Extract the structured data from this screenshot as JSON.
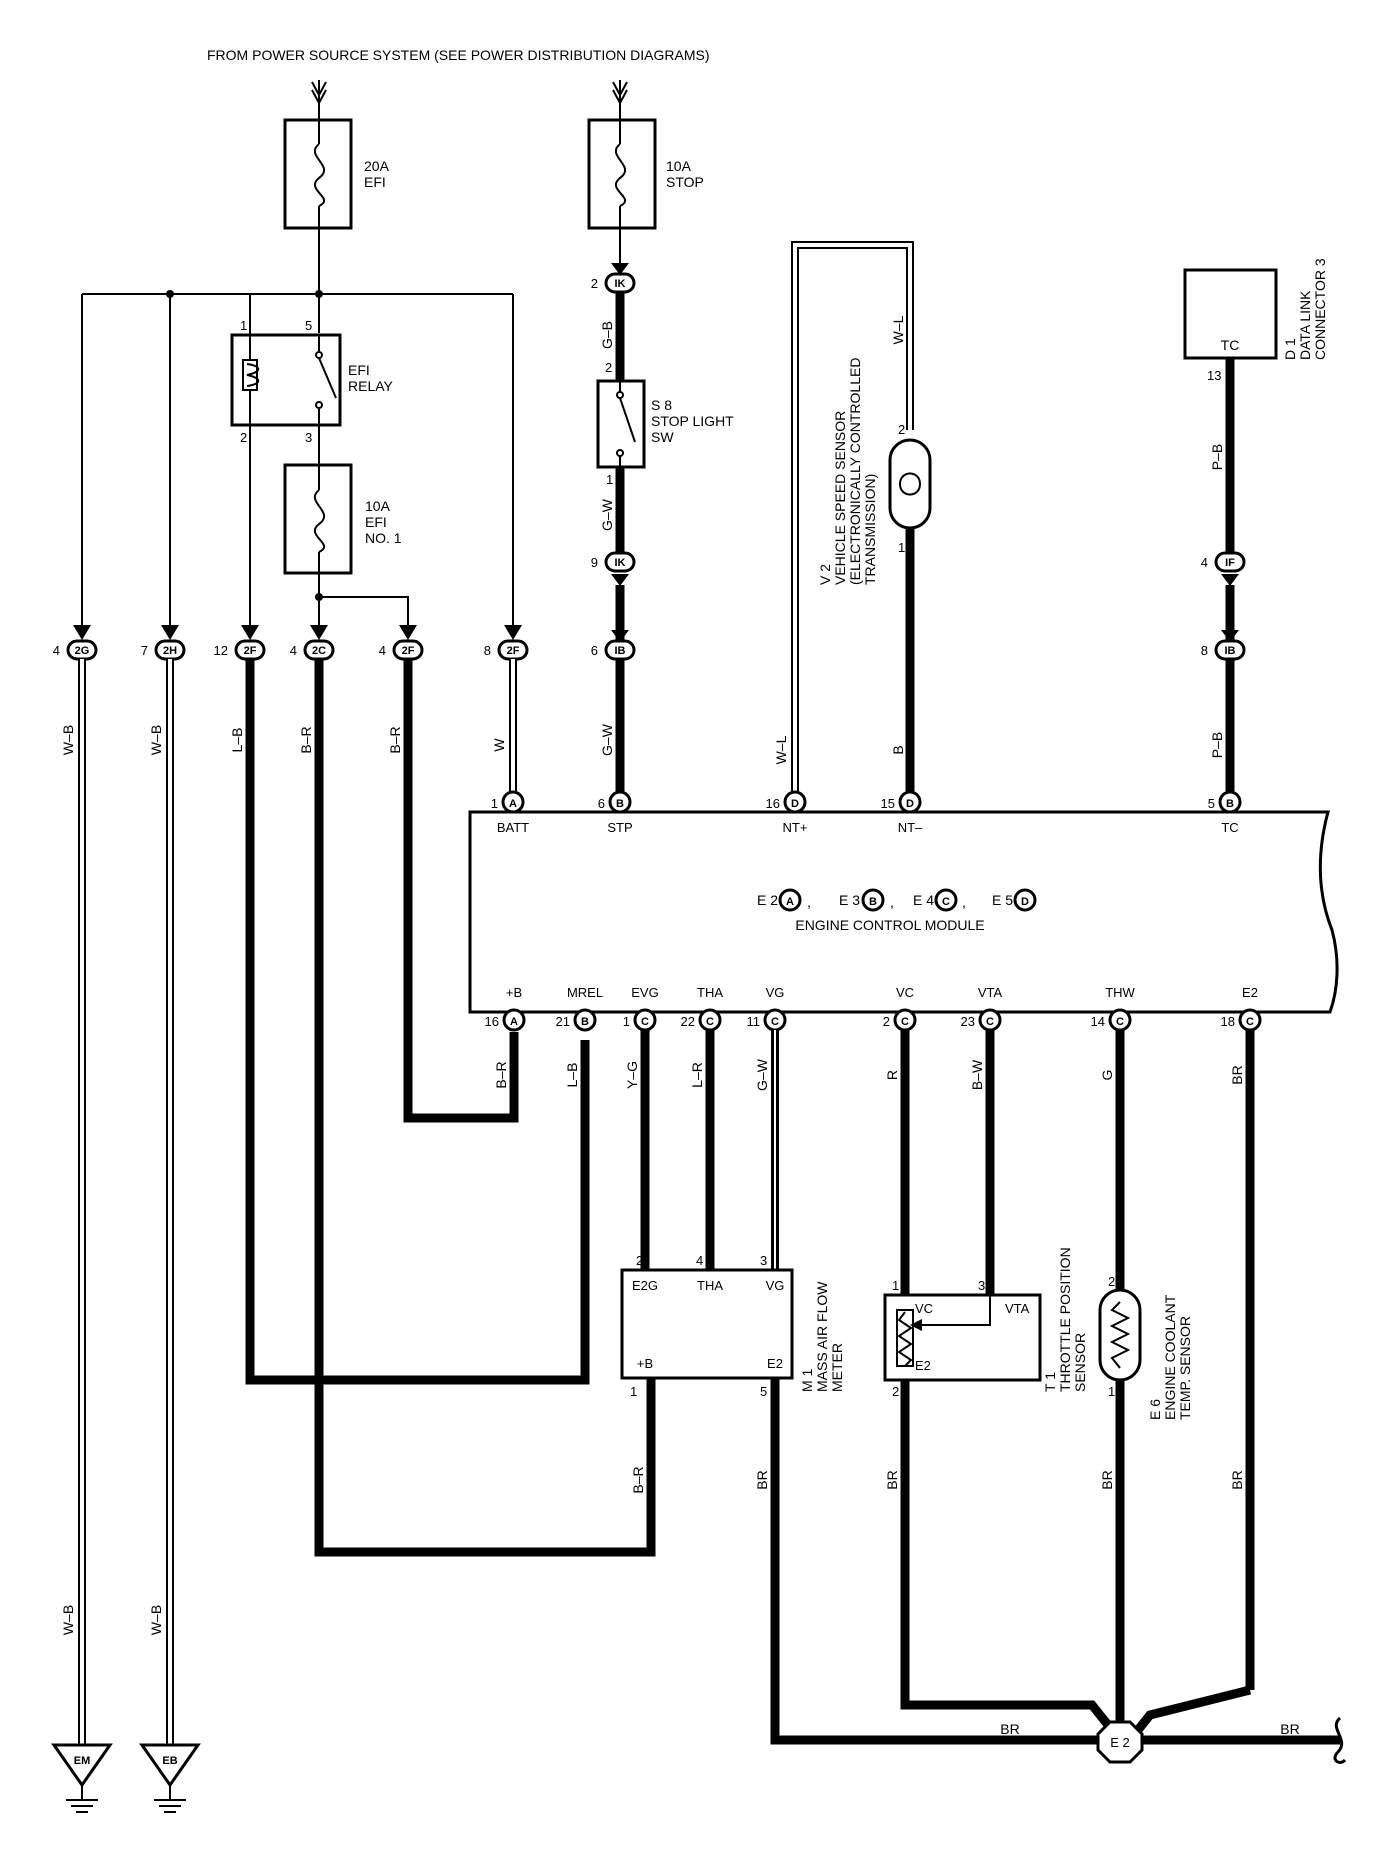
{
  "header": "FROM POWER SOURCE SYSTEM (SEE POWER DISTRIBUTION DIAGRAMS)",
  "fuses": {
    "efi_20a": [
      "20A",
      "EFI"
    ],
    "stop_10a": [
      "10A",
      "STOP"
    ],
    "efi_no1_10a": [
      "10A",
      "EFI",
      "NO. 1"
    ]
  },
  "relay": {
    "name": [
      "EFI",
      "RELAY"
    ],
    "pins": [
      "1",
      "5",
      "2",
      "3"
    ]
  },
  "stop_light_switch": {
    "id": "S 8",
    "name": [
      "STOP LIGHT",
      "SW"
    ],
    "pins": [
      "2",
      "1"
    ]
  },
  "vehicle_speed_sensor": {
    "id": "V 2",
    "name": [
      "VEHICLE SPEED SENSOR",
      "(ELECTRONICALLY CONTROLLED",
      "TRANSMISSION)"
    ],
    "pins": [
      "2",
      "1"
    ]
  },
  "data_link_connector": {
    "id": "D 1",
    "name": [
      "DATA LINK",
      "CONNECTOR 3"
    ],
    "terminal": "TC",
    "pin": "13"
  },
  "connectors": {
    "c_2g": {
      "pin": "4",
      "id": "2G"
    },
    "c_2h": {
      "pin": "7",
      "id": "2H"
    },
    "c_2f_12": {
      "pin": "12",
      "id": "2F"
    },
    "c_2c": {
      "pin": "4",
      "id": "2C"
    },
    "c_2f_4": {
      "pin": "4",
      "id": "2F"
    },
    "c_2f_8": {
      "pin": "8",
      "id": "2F"
    },
    "c_ik_2": {
      "pin": "2",
      "id": "IK"
    },
    "c_ik_9": {
      "pin": "9",
      "id": "IK"
    },
    "c_ib_6": {
      "pin": "6",
      "id": "IB"
    },
    "c_if_4": {
      "pin": "4",
      "id": "IF"
    },
    "c_ib_8": {
      "pin": "8",
      "id": "IB"
    }
  },
  "wire_colors": {
    "w_b_1": "W–B",
    "w_b_2": "W–B",
    "l_b_top": "L–B",
    "b_r_2c": "B–R",
    "b_r_2f": "B–R",
    "w": "W",
    "g_b": "G–B",
    "g_w_sw": "G–W",
    "g_w_ecm": "G–W",
    "w_l_left": "W–L",
    "w_l_right": "W–L",
    "b_vss": "B",
    "p_b_top": "P–B",
    "p_b_ecm": "P–B",
    "b_r_b": "B–R",
    "l_b_mrel": "L–B",
    "y_g": "Y–G",
    "l_r": "L–R",
    "g_w_vg": "G–W",
    "r_vc": "R",
    "b_w": "B–W",
    "g_thw": "G",
    "br_e2": "BR",
    "b_r_maf": "B–R",
    "br_maf": "BR",
    "br_tps": "BR",
    "br_ect": "BR",
    "br_e2b": "BR",
    "w_b_3": "W–B",
    "w_b_4": "W–B",
    "br_gnd_left": "BR",
    "br_gnd_right": "BR"
  },
  "ecm": {
    "name": "ENGINE CONTROL MODULE",
    "grounds": [
      {
        "label": "E 2",
        "conn": "A"
      },
      {
        "label": "E 3",
        "conn": "B"
      },
      {
        "label": "E 4",
        "conn": "C"
      },
      {
        "label": "E 5",
        "conn": "D"
      }
    ],
    "top_terminals": [
      {
        "pin": "1",
        "conn": "A",
        "name": "BATT"
      },
      {
        "pin": "6",
        "conn": "B",
        "name": "STP"
      },
      {
        "pin": "16",
        "conn": "D",
        "name": "NT+"
      },
      {
        "pin": "15",
        "conn": "D",
        "name": "NT–"
      },
      {
        "pin": "5",
        "conn": "B",
        "name": "TC"
      }
    ],
    "bottom_terminals": [
      {
        "pin": "16",
        "conn": "A",
        "name": "+B"
      },
      {
        "pin": "21",
        "conn": "B",
        "name": "MREL"
      },
      {
        "pin": "1",
        "conn": "C",
        "name": "EVG"
      },
      {
        "pin": "22",
        "conn": "C",
        "name": "THA"
      },
      {
        "pin": "11",
        "conn": "C",
        "name": "VG"
      },
      {
        "pin": "2",
        "conn": "C",
        "name": "VC"
      },
      {
        "pin": "23",
        "conn": "C",
        "name": "VTA"
      },
      {
        "pin": "14",
        "conn": "C",
        "name": "THW"
      },
      {
        "pin": "18",
        "conn": "C",
        "name": "E2"
      }
    ]
  },
  "maf": {
    "id": "M 1",
    "name": [
      "MASS AIR FLOW",
      "METER"
    ],
    "terminals": [
      "E2G",
      "THA",
      "VG",
      "+B",
      "E2"
    ],
    "pins": [
      "2",
      "4",
      "3",
      "1",
      "5"
    ]
  },
  "tps": {
    "id": "T 1",
    "name": [
      "THROTTLE POSITION",
      "SENSOR"
    ],
    "terminals": [
      "VC",
      "VTA",
      "E2"
    ],
    "pins": [
      "1",
      "3",
      "2"
    ]
  },
  "ect": {
    "id": "E 6",
    "name": [
      "ENGINE COOLANT",
      "TEMP. SENSOR"
    ],
    "pins": [
      "2",
      "1"
    ]
  },
  "ground_points": {
    "em": "EM",
    "eb": "EB",
    "e2": "E 2"
  }
}
